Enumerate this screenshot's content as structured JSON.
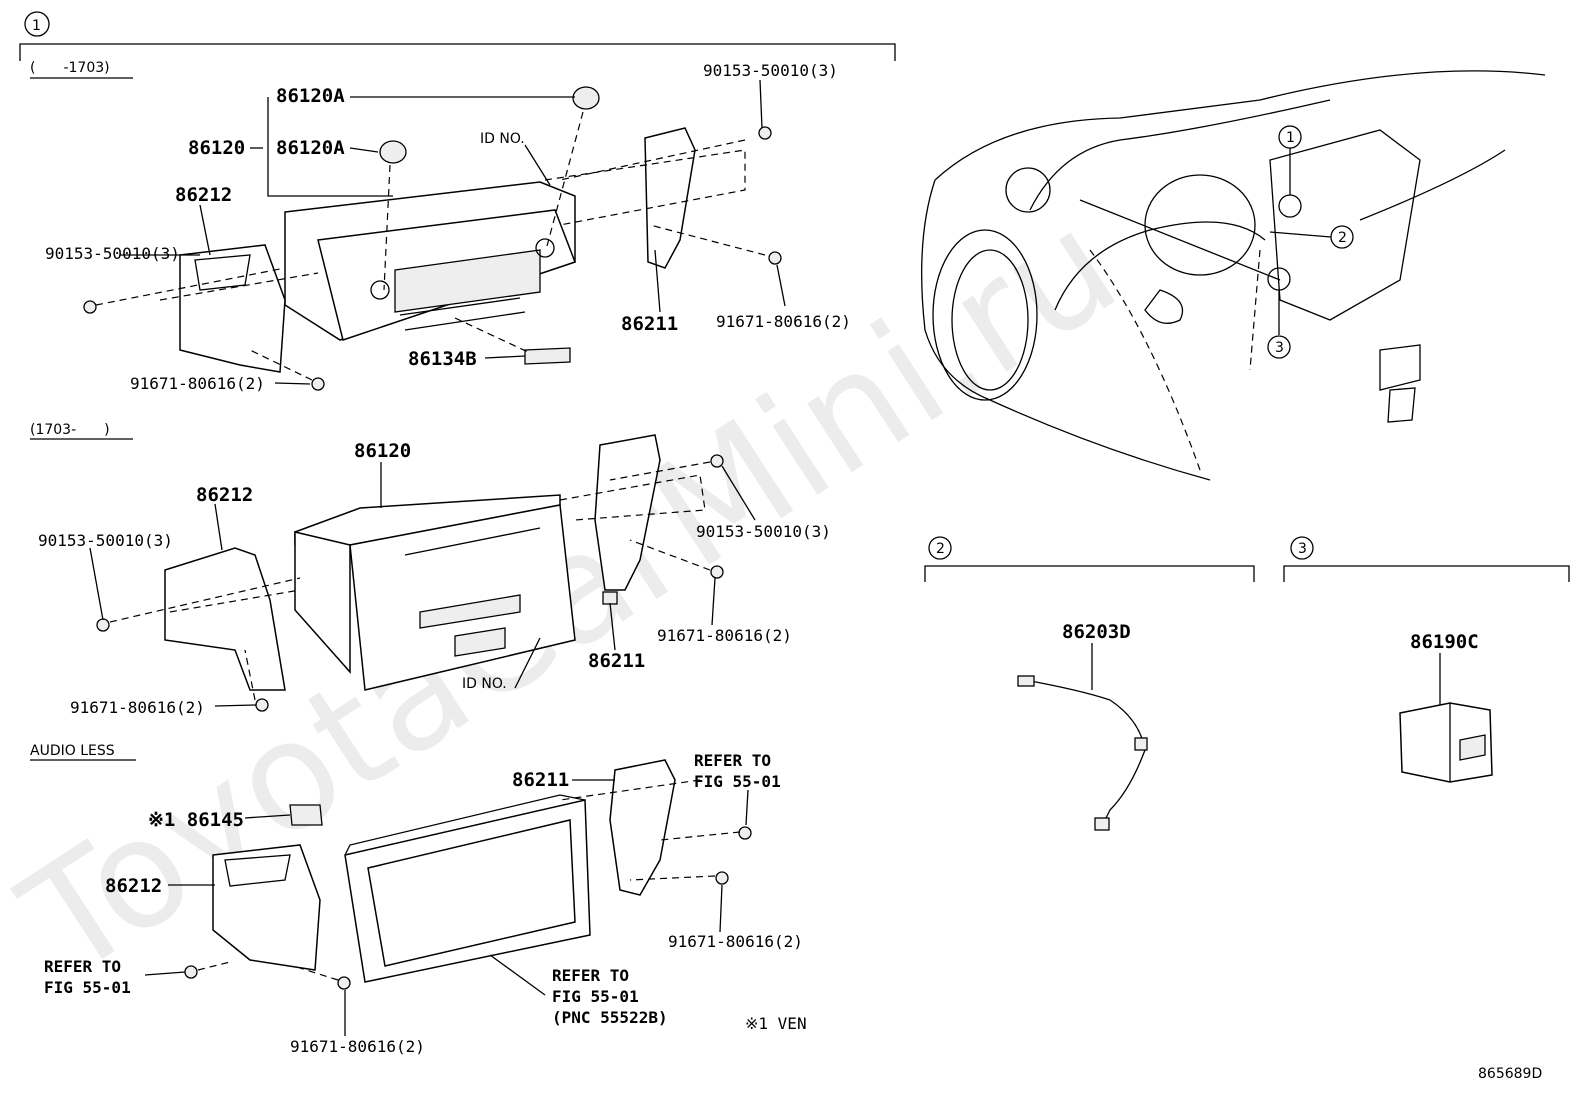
{
  "watermark": "ToyotaCarMini.ru",
  "section1": {
    "marker": "1",
    "variant_a": {
      "range": "(　　-1703)",
      "labels": {
        "p86120a_top": "86120A",
        "p86120": "86120",
        "p86120a_mid": "86120A",
        "p86212": "86212",
        "p90153_left": "90153-50010(3)",
        "p90153_right": "90153-50010(3)",
        "p86211": "86211",
        "p91671_right": "91671-80616(2)",
        "p86134b": "86134B",
        "p91671_bottom": "91671-80616(2)",
        "id_no": "ID NO."
      }
    },
    "variant_b": {
      "range": "(1703-　　)",
      "labels": {
        "p86120": "86120",
        "p86212": "86212",
        "p90153_left": "90153-50010(3)",
        "p90153_right": "90153-50010(3)",
        "p91671_right": "91671-80616(2)",
        "p86211": "86211",
        "p91671_bottom": "91671-80616(2)",
        "id_no": "ID NO."
      }
    },
    "audio_less": {
      "title": "AUDIO LESS",
      "labels": {
        "p86211": "86211",
        "refer_fig_right_1": "REFER TO",
        "refer_fig_right_2": "FIG 55-01",
        "p86145": "※1 86145",
        "p86212": "86212",
        "refer_left_1": "REFER TO",
        "refer_left_2": "FIG 55-01",
        "refer_bottom_1": "REFER TO",
        "refer_bottom_2": "FIG 55-01",
        "refer_bottom_3": "(PNC 55522B)",
        "p91671_right": "91671-80616(2)",
        "p91671_bottom": "91671-80616(2)",
        "note": "※1 VEN"
      }
    }
  },
  "overview": {
    "callouts": [
      "1",
      "2",
      "3"
    ]
  },
  "section2": {
    "marker": "2",
    "part": "86203D"
  },
  "section3": {
    "marker": "3",
    "part": "86190C"
  },
  "diagram_id": "865689D"
}
